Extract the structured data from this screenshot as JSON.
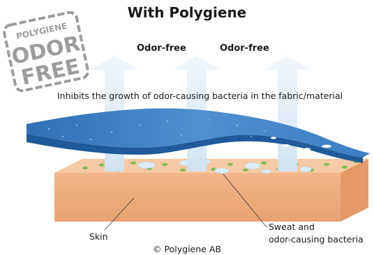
{
  "title": "With Polygiene",
  "arrow_labels": [
    "Odor-free",
    "Odor-free"
  ],
  "description": "Inhibits the growth of odor-causing bacteria in the fabric/material",
  "labels": {
    "skin": "Skin",
    "sweat_line1": "Sweat and",
    "sweat_line2": "odor-causing bacteria"
  },
  "copyright": "© Polygiene AB",
  "badge": {
    "line1": "POLYGIENE",
    "line2": "ODOR",
    "line3": "FREE"
  },
  "colors": {
    "fabric": "#3a7fc4",
    "fabric_light": "#6aa6dc",
    "skin_top": "#f6caa4",
    "skin_side": "#eaa97a",
    "arrow": "#dceaf6",
    "bacteria": "#7fbf4d",
    "badge": "#9c9c9c"
  }
}
